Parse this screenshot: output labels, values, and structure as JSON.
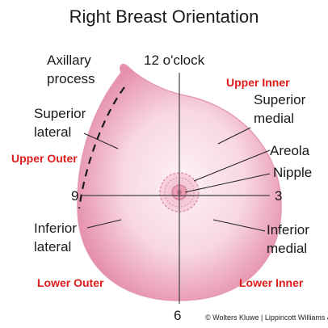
{
  "title": "Right Breast Orientation",
  "labels": {
    "axillary_line1": "Axillary",
    "axillary_line2": "process",
    "twelve": "12 o'clock",
    "upper_inner": "Upper Inner",
    "superior_lateral_line1": "Superior",
    "superior_lateral_line2": "lateral",
    "superior_medial_line1": "Superior",
    "superior_medial_line2": "medial",
    "upper_outer": "Upper Outer",
    "areola": "Areola",
    "nipple": "Nipple",
    "nine": "9",
    "three": "3",
    "inferior_lateral_line1": "Inferior",
    "inferior_lateral_line2": "lateral",
    "inferior_medial_line1": "Inferior",
    "inferior_medial_line2": "medial",
    "lower_outer": "Lower Outer",
    "lower_inner": "Lower Inner",
    "six": "6"
  },
  "credit": "© Wolters Kluwe | Lippincott Williams &",
  "colors": {
    "quadrant_label": "#e01b1b",
    "breast_fill": "#f6c9d6",
    "breast_edge": "#e79ab1"
  }
}
